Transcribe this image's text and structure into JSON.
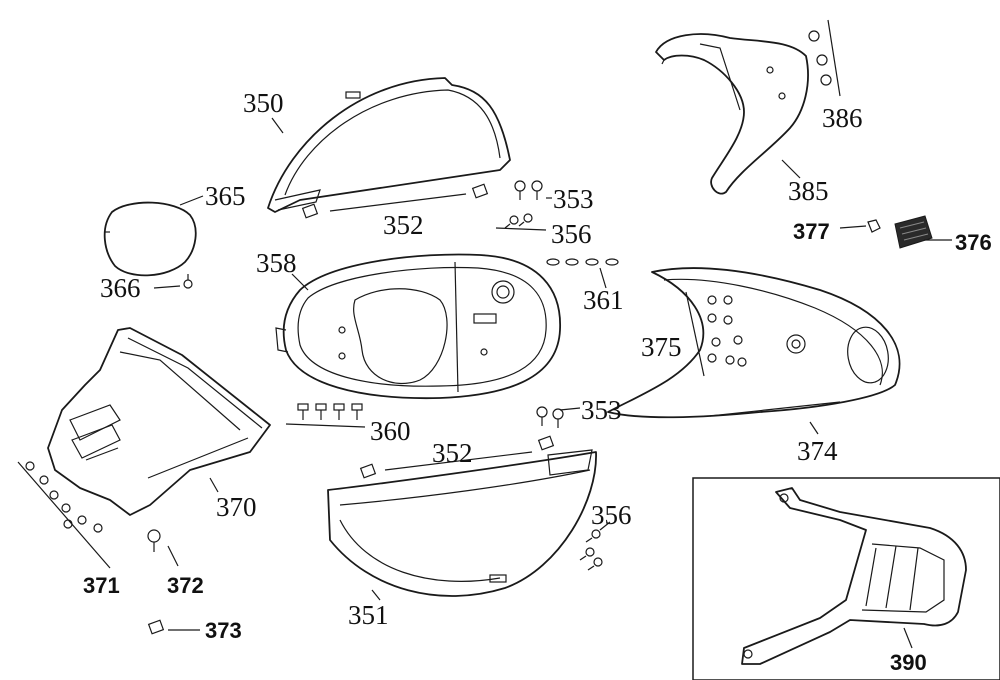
{
  "callouts": [
    {
      "id": "350",
      "text": "350"
    },
    {
      "id": "351",
      "text": "351"
    },
    {
      "id": "352a",
      "text": "352"
    },
    {
      "id": "352b",
      "text": "352"
    },
    {
      "id": "353a",
      "text": "353"
    },
    {
      "id": "353b",
      "text": "353"
    },
    {
      "id": "356a",
      "text": "356"
    },
    {
      "id": "356b",
      "text": "356"
    },
    {
      "id": "358",
      "text": "358"
    },
    {
      "id": "360",
      "text": "360"
    },
    {
      "id": "361",
      "text": "361"
    },
    {
      "id": "365",
      "text": "365"
    },
    {
      "id": "366",
      "text": "366"
    },
    {
      "id": "370",
      "text": "370"
    },
    {
      "id": "371",
      "text": "371"
    },
    {
      "id": "372",
      "text": "372"
    },
    {
      "id": "373",
      "text": "373"
    },
    {
      "id": "374",
      "text": "374"
    },
    {
      "id": "375",
      "text": "375"
    },
    {
      "id": "376",
      "text": "376"
    },
    {
      "id": "377",
      "text": "377"
    },
    {
      "id": "385",
      "text": "385"
    },
    {
      "id": "386",
      "text": "386"
    },
    {
      "id": "390",
      "text": "390"
    }
  ],
  "parts": [
    "350",
    "351",
    "352",
    "353",
    "356",
    "358",
    "360",
    "361",
    "365",
    "366",
    "370",
    "371",
    "372",
    "373",
    "374",
    "375",
    "376",
    "377",
    "385",
    "386",
    "390"
  ],
  "colors": {
    "line": "#1a1a1a",
    "background": "#ffffff"
  }
}
